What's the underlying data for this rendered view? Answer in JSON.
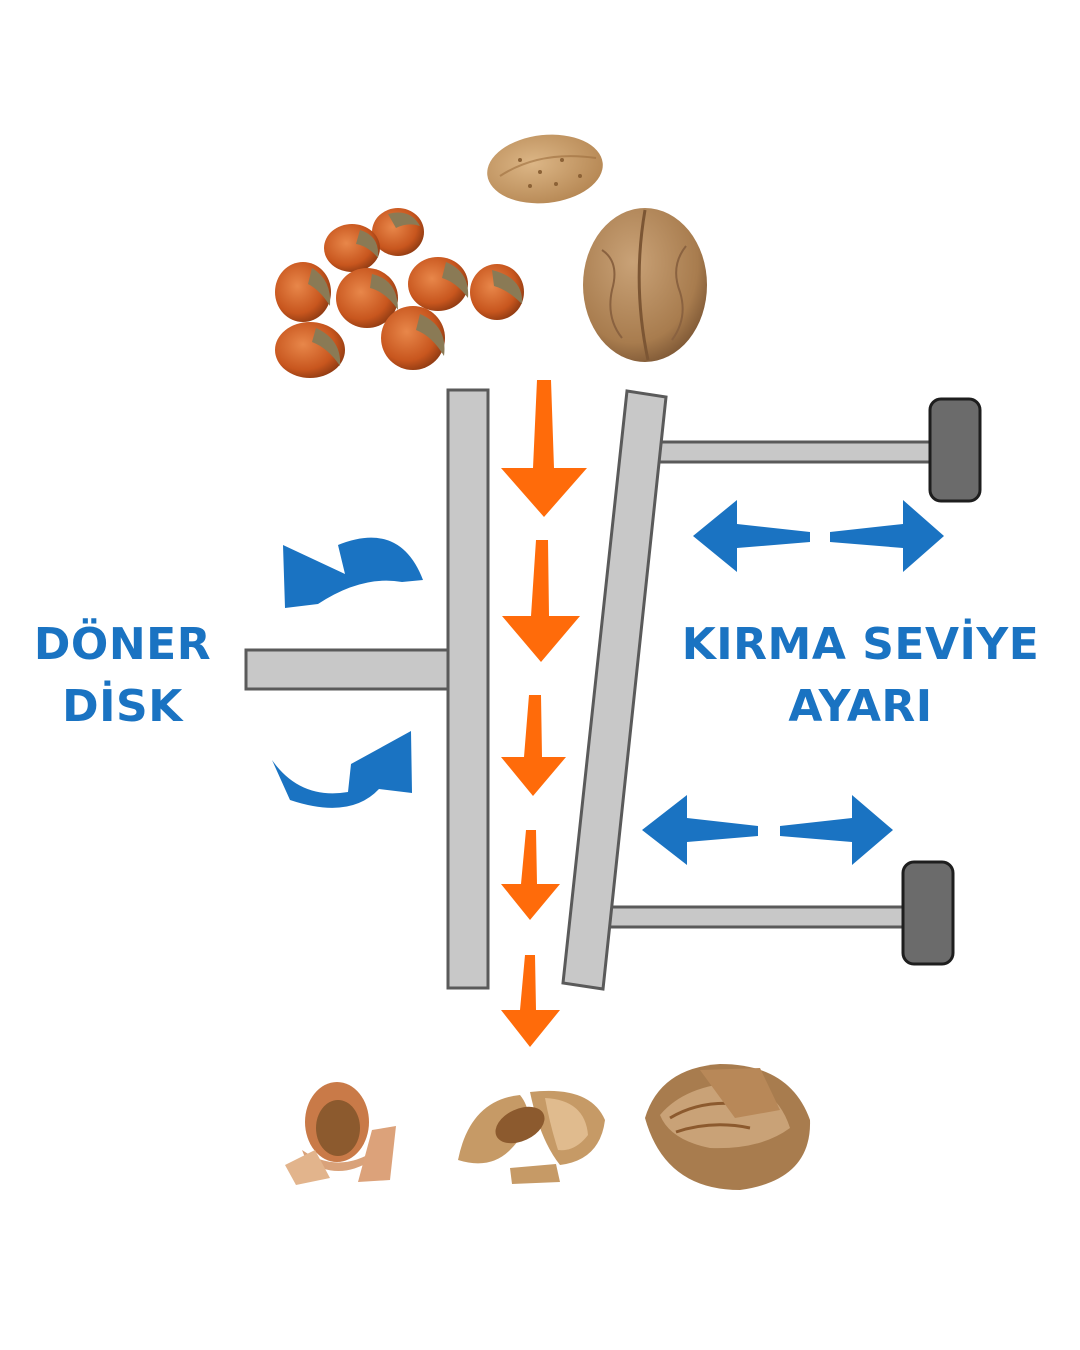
{
  "labels": {
    "rotating_disk": [
      "DÖNER",
      "DİSK"
    ],
    "crush_level_adjustment": [
      "KIRMA SEVİYE",
      "AYARI"
    ]
  },
  "colors": {
    "flow_arrow": "#ff6b0a",
    "motion_arrow": "#1a73c2",
    "plate_fill": "#c8c8c8",
    "plate_stroke": "#5a5a5a",
    "knob_fill": "#6b6b6b",
    "hazelnut": "#c8561e",
    "hazelnut_cap": "#8a7a55",
    "almond": "#c69a66",
    "walnut": "#a87c4e",
    "cracked_shell": "#b5825a",
    "kernel": "#8c5a2e"
  },
  "icons": {
    "inputs": [
      "hazelnut-cluster-icon",
      "almond-icon",
      "walnut-icon"
    ],
    "outputs": [
      "cracked-hazelnut-icon",
      "cracked-almond-icon",
      "cracked-walnut-icon"
    ]
  }
}
